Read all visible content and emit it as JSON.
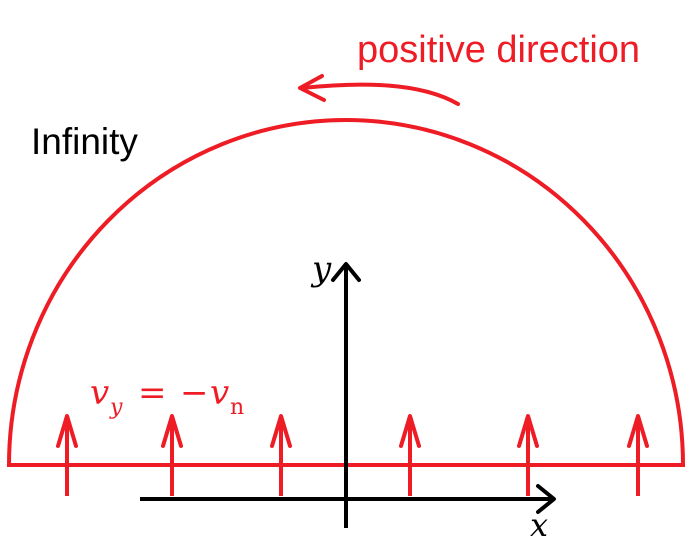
{
  "labels": {
    "direction": "positive direction",
    "infinity": "Infinity",
    "y_axis": "y",
    "x_axis": "x",
    "boundary_condition": {
      "lhs_var": "v",
      "lhs_sub": "y",
      "equals": "=",
      "minus": "−",
      "rhs_var": "v",
      "rhs_sub": "n"
    }
  },
  "colors": {
    "accent": "#ee1c25",
    "axis": "#000000"
  },
  "flow_arrow_count": 6
}
